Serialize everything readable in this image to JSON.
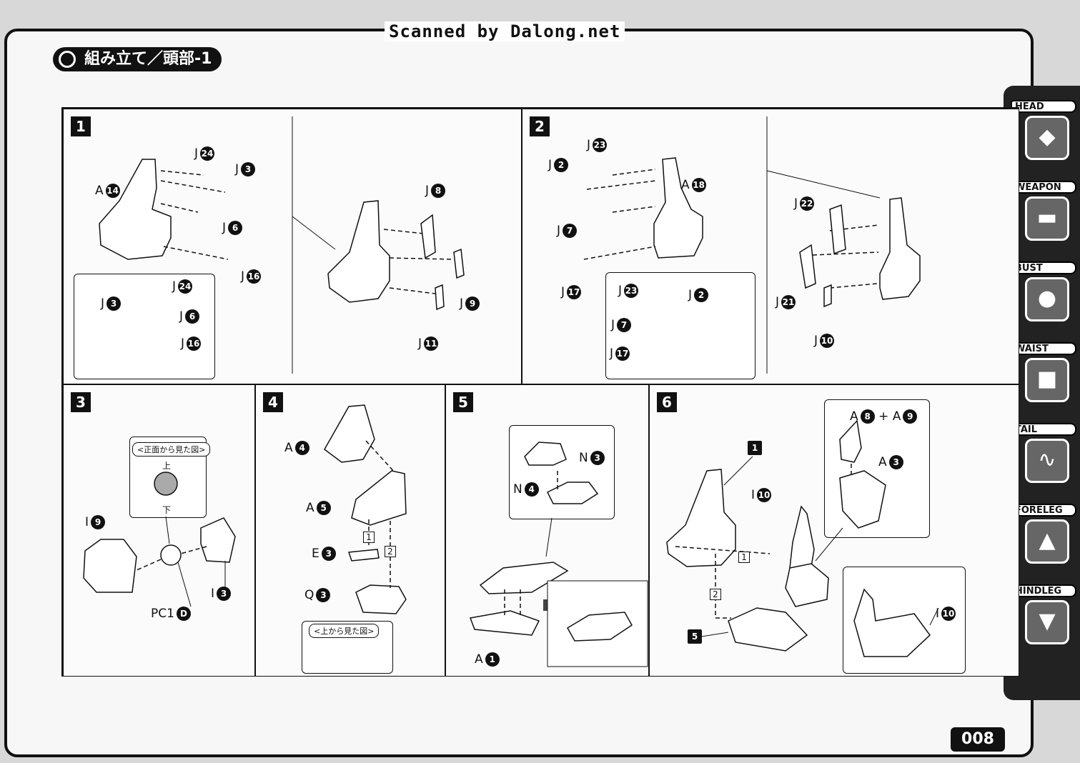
{
  "header": {
    "scan_credit": "Scanned by Dalong.net",
    "section_title": "組み立て／頭部-1"
  },
  "sidebar": {
    "tabs": [
      {
        "label": "HEAD",
        "icon": "head-icon"
      },
      {
        "label": "WEAPON",
        "icon": "weapon-icon"
      },
      {
        "label": "BUST",
        "icon": "bust-icon"
      },
      {
        "label": "WAIST",
        "icon": "waist-icon"
      },
      {
        "label": "TAIL",
        "icon": "tail-icon"
      },
      {
        "label": "FORELEG",
        "icon": "foreleg-icon"
      },
      {
        "label": "HINDLEG",
        "icon": "hindleg-icon"
      }
    ]
  },
  "steps": {
    "s1": {
      "num": "1"
    },
    "s2": {
      "num": "2"
    },
    "s3": {
      "num": "3",
      "note": "<正面から見た図>",
      "up": "上",
      "down": "下"
    },
    "s4": {
      "num": "4",
      "note": "<上から見た図>"
    },
    "s5": {
      "num": "5"
    },
    "s6": {
      "num": "6"
    }
  },
  "labels": {
    "letter_A": "A",
    "letter_J": "J",
    "letter_I": "I",
    "letter_E": "E",
    "letter_Q": "Q",
    "letter_N": "N",
    "letter_PC": "PC1",
    "plus": "+",
    "n1": "1",
    "n2": "2",
    "n3": "3",
    "n4": "4",
    "n5": "5",
    "n6": "6",
    "n7": "7",
    "n8": "8",
    "n9": "9",
    "n10": "10",
    "n11": "11",
    "n14": "14",
    "n16": "16",
    "n17": "17",
    "n18": "18",
    "n21": "21",
    "n22": "22",
    "n23": "23",
    "n24": "24",
    "nD": "D"
  },
  "page_number": "008"
}
